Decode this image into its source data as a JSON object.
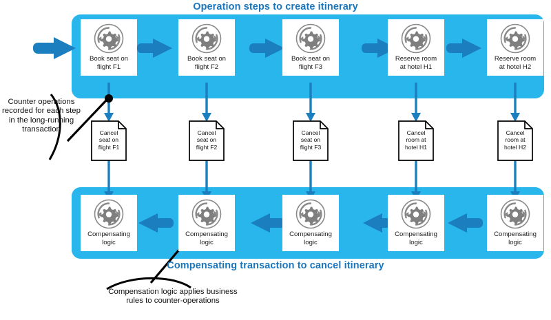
{
  "diagram": {
    "type": "process-flow",
    "title_top": "Operation steps to create itinerary",
    "title_bottom": "Compensating transaction to cancel itinerary",
    "colors": {
      "band": "#29b6ec",
      "arrow": "#1b7ebf",
      "title": "#1a76bc",
      "connector": "#1b7ebf",
      "icon": "#808080",
      "node_bg": "#ffffff",
      "leader": "#000000"
    },
    "top_band": {
      "label": "operation-steps-band",
      "steps": [
        {
          "id": "step-1",
          "icon": "gear-refresh-icon",
          "line1": "Book seat on",
          "line2": "flight F1"
        },
        {
          "id": "step-2",
          "icon": "gear-refresh-icon",
          "line1": "Book seat on",
          "line2": "flight F2"
        },
        {
          "id": "step-3",
          "icon": "gear-refresh-icon",
          "line1": "Book seat on",
          "line2": "flight F3"
        },
        {
          "id": "step-4",
          "icon": "gear-refresh-icon",
          "line1": "Reserve room",
          "line2": "at hotel H1"
        },
        {
          "id": "step-5",
          "icon": "gear-refresh-icon",
          "line1": "Reserve room",
          "line2": "at hotel H2"
        }
      ]
    },
    "documents": [
      {
        "id": "doc-1",
        "line1": "Cancel",
        "line2": "seat on",
        "line3": "flight F1"
      },
      {
        "id": "doc-2",
        "line1": "Cancel",
        "line2": "seat on",
        "line3": "flight F2"
      },
      {
        "id": "doc-3",
        "line1": "Cancel",
        "line2": "seat on",
        "line3": "flight F3"
      },
      {
        "id": "doc-4",
        "line1": "Cancel",
        "line2": "room at",
        "line3": "hotel H1"
      },
      {
        "id": "doc-5",
        "line1": "Cancel",
        "line2": "room at",
        "line3": "hotel H2"
      }
    ],
    "bottom_band": {
      "label": "compensating-transaction-band",
      "steps": [
        {
          "id": "comp-1",
          "icon": "gear-refresh-icon",
          "line1": "Compensating",
          "line2": "logic"
        },
        {
          "id": "comp-2",
          "icon": "gear-refresh-icon",
          "line1": "Compensating",
          "line2": "logic"
        },
        {
          "id": "comp-3",
          "icon": "gear-refresh-icon",
          "line1": "Compensating",
          "line2": "logic"
        },
        {
          "id": "comp-4",
          "icon": "gear-refresh-icon",
          "line1": "Compensating",
          "line2": "logic"
        },
        {
          "id": "comp-5",
          "icon": "gear-refresh-icon",
          "line1": "Compensating",
          "line2": "logic"
        }
      ]
    },
    "annotations": {
      "left": "Counter operations recorded for each step in the long-running transaction",
      "bottom": "Compensation logic applies business rules to counter-operations"
    }
  }
}
